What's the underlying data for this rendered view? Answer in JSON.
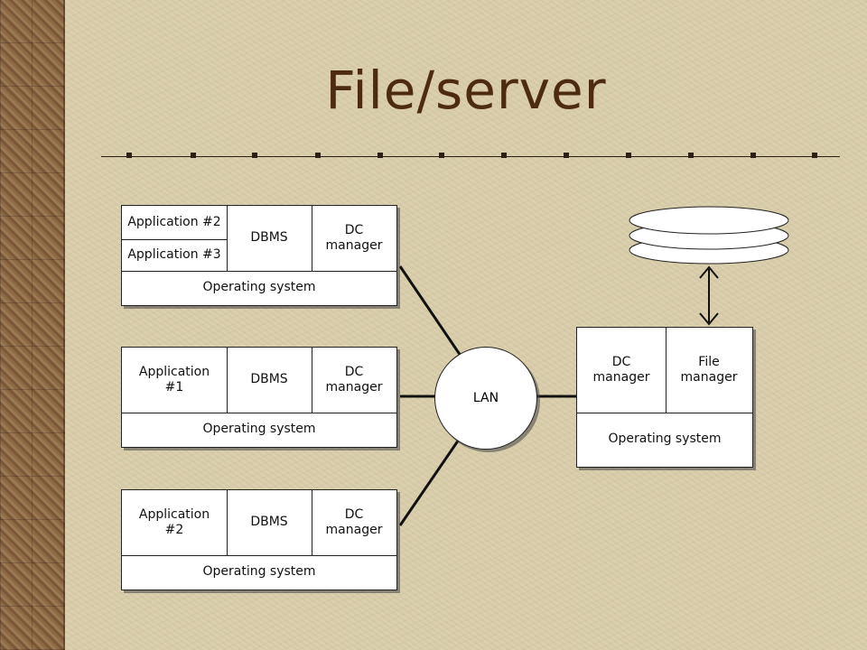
{
  "slide": {
    "title": "File/server"
  },
  "diagram": {
    "client1": {
      "app_top": "Application #2",
      "app_bottom": "Application #3",
      "dbms": "DBMS",
      "dc_manager": "DC\nmanager",
      "os": "Operating system"
    },
    "client2": {
      "app": "Application\n#1",
      "dbms": "DBMS",
      "dc_manager": "DC\nmanager",
      "os": "Operating system"
    },
    "client3": {
      "app": "Application\n#2",
      "dbms": "DBMS",
      "dc_manager": "DC\nmanager",
      "os": "Operating system"
    },
    "server": {
      "dc_manager": "DC\nmanager",
      "file_manager": "File\nmanager",
      "os": "Operating system"
    },
    "lan": "LAN"
  }
}
